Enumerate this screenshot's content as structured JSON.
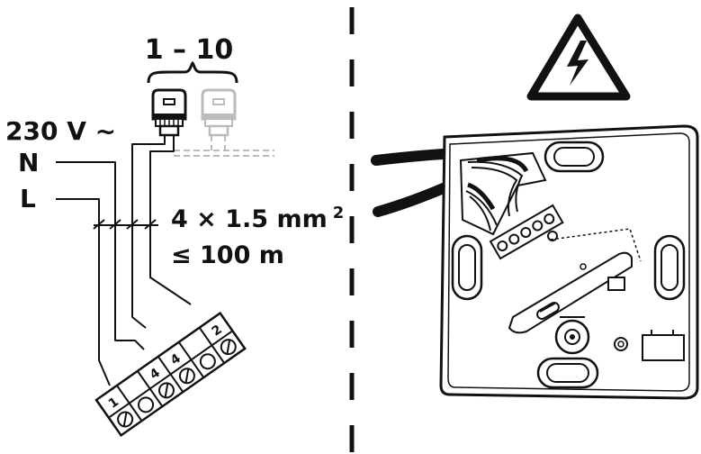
{
  "labels": {
    "range": "1 – 10",
    "voltage": "230 V ~",
    "neutral": "N",
    "live": "L",
    "cable_spec": "4 × 1.5 mm",
    "cable_spec_sup": "2",
    "cable_length": "≤ 100 m"
  },
  "terminal_block": {
    "terminals": [
      "1",
      "",
      "4",
      "4",
      "",
      "2"
    ]
  },
  "colors": {
    "line": "#111111",
    "ghost_actuator": "#b8b8b8",
    "background": "#ffffff"
  }
}
